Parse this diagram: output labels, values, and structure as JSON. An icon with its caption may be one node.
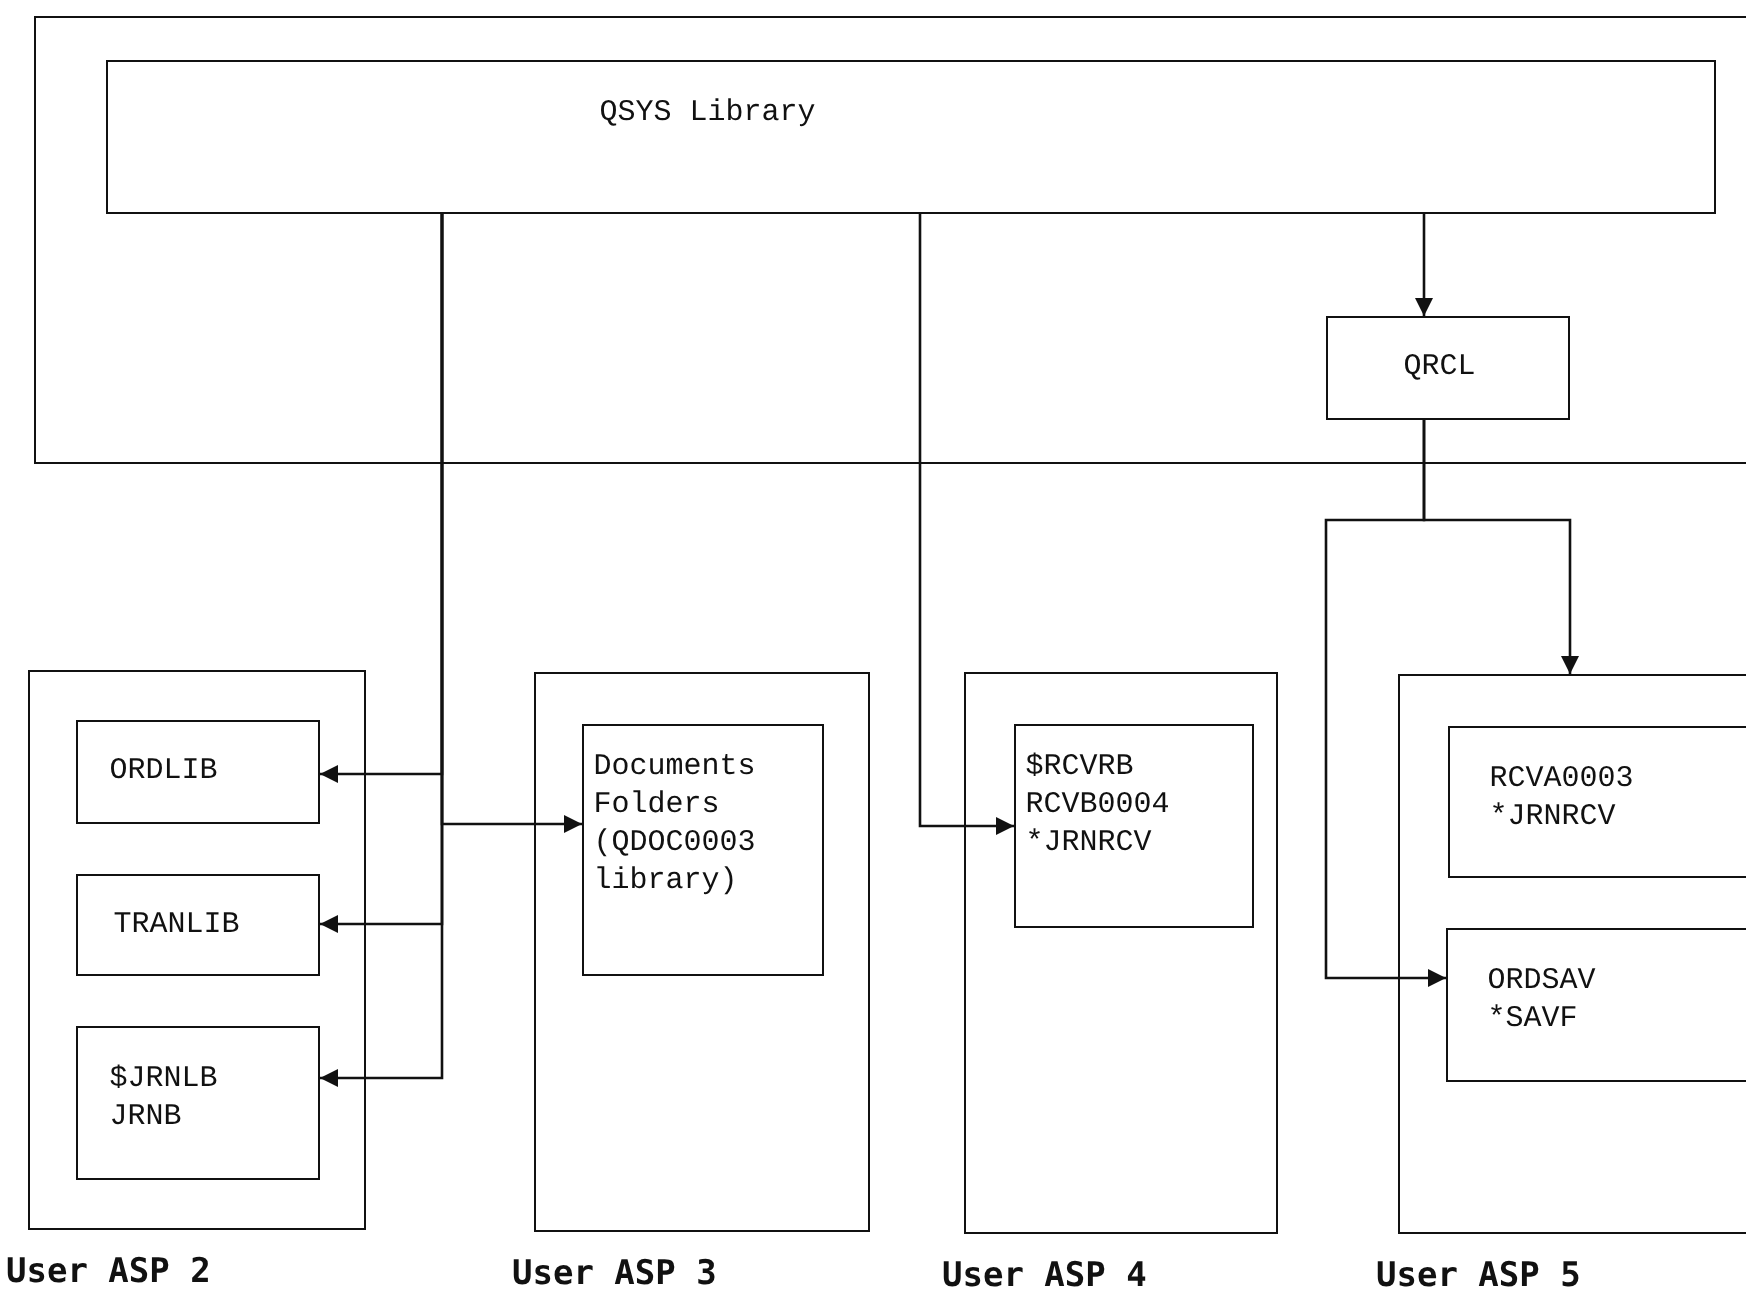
{
  "diagram": {
    "nodes": [
      {
        "text": [],
        "shape": "box"
      },
      {
        "text": [
          "QSYS Library"
        ],
        "in": 0
      },
      {
        "text": [
          "QRCL"
        ],
        "in": 0
      },
      {
        "text": [
          "User ASP 2"
        ]
      },
      {
        "text": [
          "ORDLIB"
        ],
        "in": 3
      },
      {
        "text": [
          "TRANLIB"
        ],
        "in": 3
      },
      {
        "text": [
          "$JRNLB JRNB"
        ],
        "in": 3
      },
      {
        "text": [
          "User ASP 3"
        ]
      },
      {
        "text": [
          "Documents Folders (QDOC0003 library)"
        ],
        "in": 7
      },
      {
        "text": [
          "User ASP 4"
        ]
      },
      {
        "text": [
          "$RCVRB RCVB0004 *JRNRCV"
        ],
        "in": 9
      },
      {
        "text": [
          "User ASP 5"
        ]
      },
      {
        "text": [
          "RCVA0003 *JRNRCV"
        ],
        "in": 11
      },
      {
        "text": [
          "ORDSAV *SAVF"
        ],
        "in": 11
      }
    ],
    "edges": [
      {
        "from": 1,
        "to": 2,
        "arrow": "to"
      },
      {
        "from": 1,
        "to": 4,
        "arrow": "to"
      },
      {
        "from": 1,
        "to": 5,
        "arrow": "to"
      },
      {
        "from": 1,
        "to": 6,
        "arrow": "to"
      },
      {
        "from": 1,
        "to": 8,
        "arrow": "to"
      },
      {
        "from": 1,
        "to": 10,
        "arrow": "to"
      },
      {
        "from": 2,
        "to": 11,
        "arrow": "to"
      },
      {
        "from": 2,
        "to": 13,
        "arrow": "to"
      }
    ]
  }
}
